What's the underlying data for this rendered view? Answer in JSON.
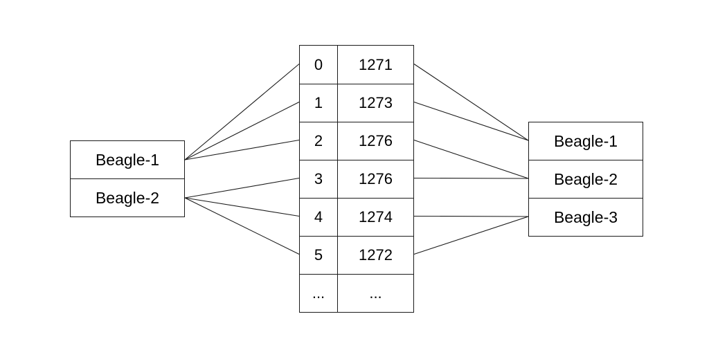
{
  "left_group": {
    "items": [
      "Beagle-1",
      "Beagle-2"
    ]
  },
  "table": {
    "rows": [
      {
        "index": "0",
        "value": "1271"
      },
      {
        "index": "1",
        "value": "1273"
      },
      {
        "index": "2",
        "value": "1276"
      },
      {
        "index": "3",
        "value": "1276"
      },
      {
        "index": "4",
        "value": "1274"
      },
      {
        "index": "5",
        "value": "1272"
      },
      {
        "index": "...",
        "value": "..."
      }
    ]
  },
  "right_group": {
    "items": [
      "Beagle-1",
      "Beagle-2",
      "Beagle-3"
    ]
  },
  "mapping": {
    "left_to_rows": [
      [
        0,
        0
      ],
      [
        0,
        1
      ],
      [
        0,
        2
      ],
      [
        1,
        3
      ],
      [
        1,
        4
      ],
      [
        1,
        5
      ]
    ],
    "rows_to_right": [
      [
        0,
        0
      ],
      [
        1,
        0
      ],
      [
        2,
        1
      ],
      [
        3,
        1
      ],
      [
        4,
        2
      ],
      [
        5,
        2
      ]
    ]
  }
}
